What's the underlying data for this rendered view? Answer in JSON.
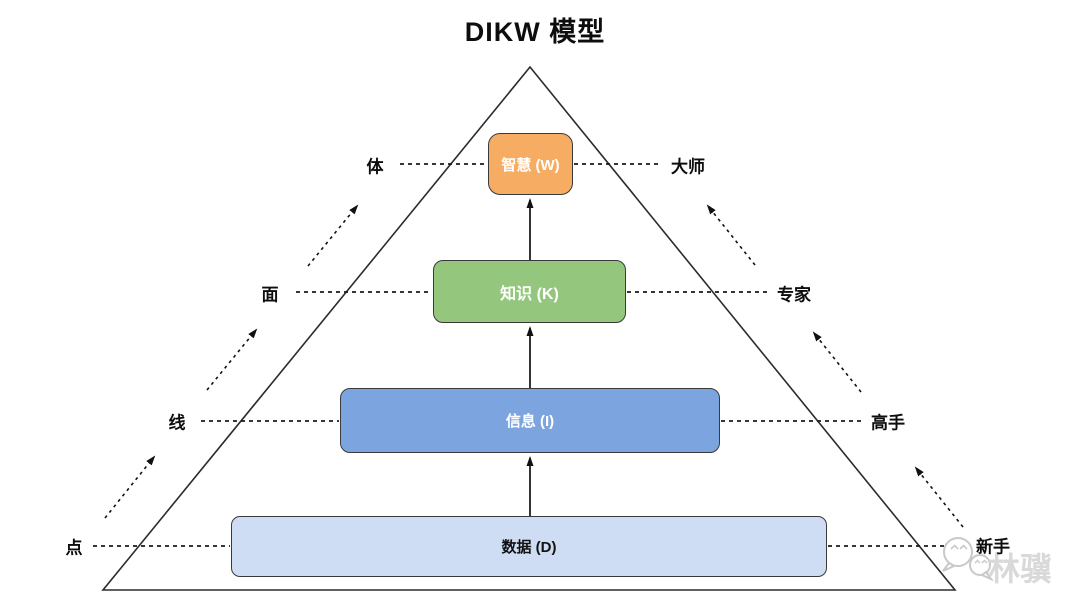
{
  "title": "DIKW 模型",
  "pyramid": {
    "levels": [
      {
        "label": "智慧 (W)",
        "left_label": "体",
        "right_label": "大师",
        "fill": "#F7AC63",
        "text_color": "#FFFFFF"
      },
      {
        "label": "知识 (K)",
        "left_label": "面",
        "right_label": "专家",
        "fill": "#94C77D",
        "text_color": "#FFFFFF"
      },
      {
        "label": "信息 (I)",
        "left_label": "线",
        "right_label": "高手",
        "fill": "#7CA4DF",
        "text_color": "#FFFFFF"
      },
      {
        "label": "数据 (D)",
        "left_label": "点",
        "right_label": "新手",
        "fill": "#CEDDF4",
        "text_color": "#111111"
      }
    ]
  },
  "watermark": {
    "logo_icon": "wechat-logo",
    "text": "林骥",
    "color": "#D9D9D9"
  },
  "colors": {
    "outline": "#2B2B2B",
    "connector": "#1A1A1A",
    "box_border": "#3A3A3A"
  }
}
